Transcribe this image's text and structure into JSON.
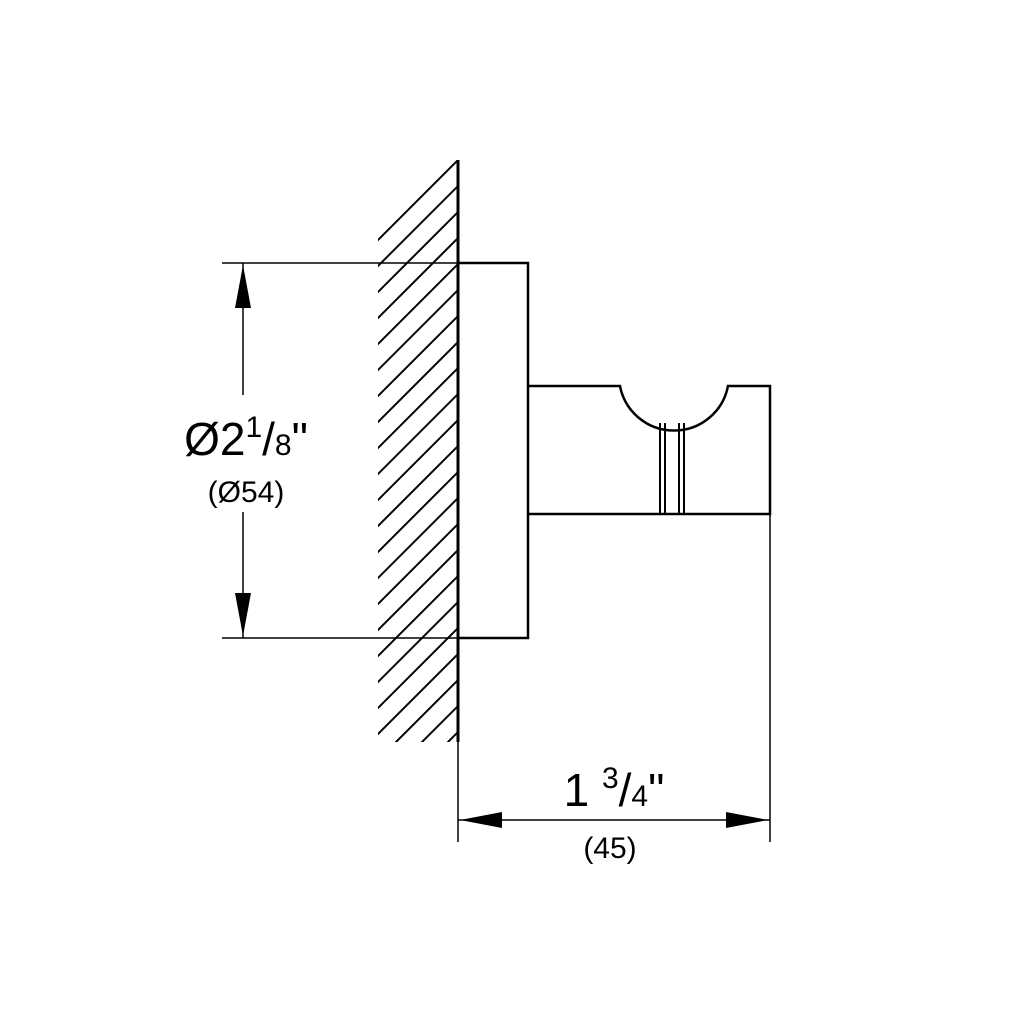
{
  "drawing": {
    "ink_color": "#000000",
    "background_color": "#ffffff",
    "diameter_dimension": {
      "symbol": "Ø",
      "whole": "2",
      "numerator": "1",
      "slash": "/",
      "denominator": "8",
      "unit": "\"",
      "metric": "(Ø54)"
    },
    "depth_dimension": {
      "whole": "1",
      "numerator": "3",
      "slash": "/",
      "denominator": "4",
      "unit": "\"",
      "metric": "(45)"
    }
  }
}
